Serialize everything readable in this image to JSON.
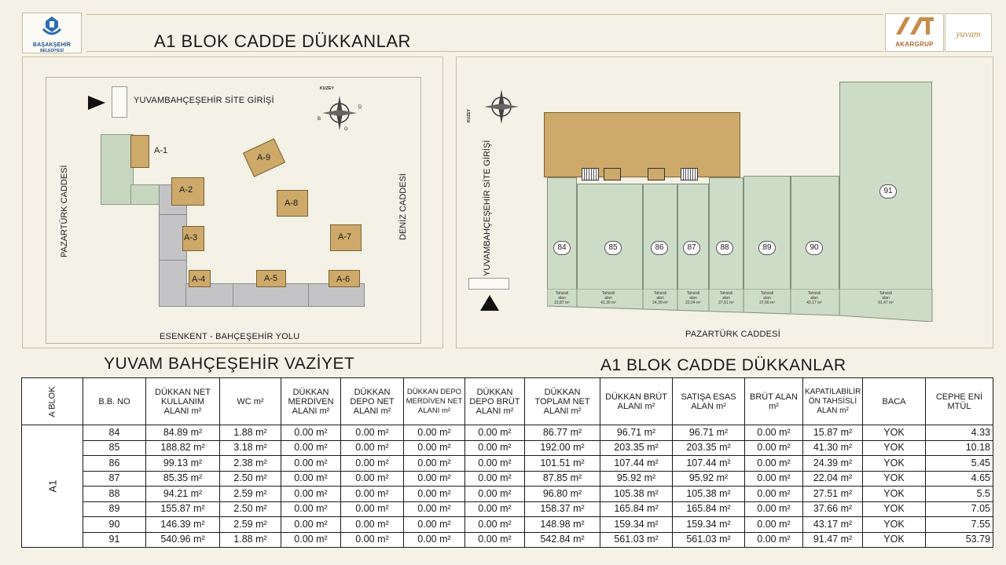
{
  "header": {
    "title": "A1 BLOK  CADDE DÜKKANLAR",
    "logo_left_line1": "BAŞAKŞEHİR",
    "logo_left_line2": "BELEDİYESİ",
    "logo_akar": "AKARGRUP",
    "logo_yuvam": "yuvam"
  },
  "site_plan": {
    "entrance_label": "YUVAMBAHÇEŞEHİR SİTE GİRİŞİ",
    "road_left": "PAZARTÜRK CADDESİ",
    "road_right": "DENİZ CADDESİ",
    "road_bottom": "ESENKENT - BAHÇEŞEHİR YOLU",
    "compass_label": "KUZEY",
    "compass_letters": {
      "b": "B",
      "d": "D",
      "g": "G"
    },
    "blocks": [
      "A-1",
      "A-2",
      "A-3",
      "A-4",
      "A-5",
      "A-6",
      "A-7",
      "A-8",
      "A-9"
    ],
    "title": "YUVAM BAHÇEŞEHİR VAZİYET"
  },
  "floor_plan": {
    "entrance_label": "YUVAMBAHÇEŞEHİR SİTE GİRİŞİ",
    "compass_label": "KUZEY",
    "road_bottom": "PAZARTÜRK CADDESİ",
    "title": "A1 BLOK CADDE DÜKKANLAR",
    "stores": [
      {
        "no": "84",
        "tahsis": "15,87 m²"
      },
      {
        "no": "85",
        "tahsis": "41,30 m²"
      },
      {
        "no": "86",
        "tahsis": "24,39 m²"
      },
      {
        "no": "87",
        "tahsis": "22,04 m²"
      },
      {
        "no": "88",
        "tahsis": "27,51 m²"
      },
      {
        "no": "89",
        "tahsis": "37,66 m²"
      },
      {
        "no": "90",
        "tahsis": "43,17 m²"
      },
      {
        "no": "91",
        "tahsis": "91,47 m²"
      }
    ],
    "tahsis_word1": "Tahsisli",
    "tahsis_word2": "alan"
  },
  "table": {
    "headers": {
      "blok": "A BLOK",
      "bbno": "B.B. NO",
      "kullanim": "DÜKKAN NET KULLANIM ALANI m²",
      "wc": "WC m²",
      "merdiven": "DÜKKAN MERDİVEN ALANI m²",
      "depo_net": "DÜKKAN DEPO NET ALANI m²",
      "depo_merdiven": "DÜKKAN DEPO MERDİVEN NET ALANI m²",
      "depo_brut": "DÜKKAN DEPO BRÜT ALANI m²",
      "toplam_net": "DÜKKAN TOPLAM NET ALANI m²",
      "brut": "DÜKKAN BRÜT ALANI m²",
      "satis": "SATIŞA ESAS ALAN m²",
      "brut_alan": "BRÜT ALAN m²",
      "kapatilabilir": "KAPATILABİLİR ÖN TAHSİSLİ ALAN m²",
      "baca": "BACA",
      "cephe": "CEPHE ENİ MTÜL"
    },
    "block_name": "A1",
    "rows": [
      [
        "84",
        "84.89 m²",
        "1.88 m²",
        "0.00 m²",
        "0.00 m²",
        "0.00 m²",
        "0.00 m²",
        "86.77 m²",
        "96.71 m²",
        "96.71 m²",
        "0.00 m²",
        "15.87 m²",
        "YOK",
        "4.33"
      ],
      [
        "85",
        "188.82 m²",
        "3.18 m²",
        "0.00 m²",
        "0.00 m²",
        "0.00 m²",
        "0.00 m²",
        "192.00 m²",
        "203.35 m²",
        "203.35 m²",
        "0.00 m²",
        "41.30 m²",
        "YOK",
        "10.18"
      ],
      [
        "86",
        "99.13 m²",
        "2.38 m²",
        "0.00 m²",
        "0.00 m²",
        "0.00 m²",
        "0.00 m²",
        "101.51 m²",
        "107.44 m²",
        "107.44 m²",
        "0.00 m²",
        "24.39 m²",
        "YOK",
        "5.45"
      ],
      [
        "87",
        "85.35 m²",
        "2.50 m²",
        "0.00 m²",
        "0.00 m²",
        "0.00 m²",
        "0.00 m²",
        "87.85 m²",
        "95.92 m²",
        "95.92 m²",
        "0.00 m²",
        "22.04 m²",
        "YOK",
        "4.65"
      ],
      [
        "88",
        "94.21 m²",
        "2.59 m²",
        "0.00 m²",
        "0.00 m²",
        "0.00 m²",
        "0.00 m²",
        "96.80 m²",
        "105.38 m²",
        "105.38 m²",
        "0.00 m²",
        "27.51 m²",
        "YOK",
        "5.5"
      ],
      [
        "89",
        "155.87 m²",
        "2.50 m²",
        "0.00 m²",
        "0.00 m²",
        "0.00 m²",
        "0.00 m²",
        "158.37 m²",
        "165.84 m²",
        "165.84 m²",
        "0.00 m²",
        "37.66 m²",
        "YOK",
        "7.05"
      ],
      [
        "90",
        "146.39 m²",
        "2.59 m²",
        "0.00 m²",
        "0.00 m²",
        "0.00 m²",
        "0.00 m²",
        "148.98 m²",
        "159.34 m²",
        "159.34 m²",
        "0.00 m²",
        "43.17 m²",
        "YOK",
        "7.55"
      ],
      [
        "91",
        "540.96 m²",
        "1.88 m²",
        "0.00 m²",
        "0.00 m²",
        "0.00 m²",
        "0.00 m²",
        "542.84 m²",
        "561.03 m²",
        "561.03 m²",
        "0.00 m²",
        "91.47 m²",
        "YOK",
        "53.79"
      ]
    ]
  },
  "colors": {
    "background": "#f4f1e6",
    "green_block": "#c7d7bf",
    "grey_block": "#c4c4c6",
    "gold_block": "#cda96a",
    "store_fill": "#cddcc6"
  }
}
